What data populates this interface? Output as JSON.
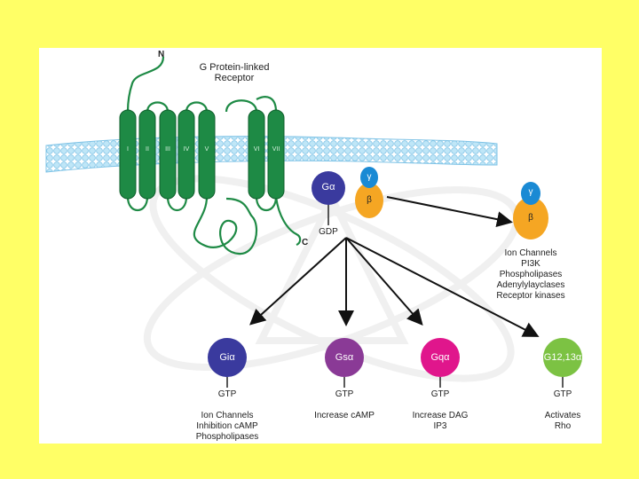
{
  "receptor": {
    "title_line1": "G Protein-linked",
    "title_line2": "Receptor",
    "n_terminus": "N",
    "c_terminus": "C",
    "helices": [
      "I",
      "II",
      "III",
      "IV",
      "V",
      "VI",
      "VII"
    ]
  },
  "heterotrimer": {
    "alpha": "Gα",
    "beta": "β",
    "gamma": "γ",
    "bound": "GDP"
  },
  "beta_gamma_effectors": {
    "beta": "β",
    "gamma": "γ",
    "targets": [
      "Ion Channels",
      "PI3K",
      "Phospholipases",
      "Adenylylayclases",
      "Receptor kinases"
    ]
  },
  "subunits": [
    {
      "name": "Giα",
      "color": "#3a3a9e",
      "bound": "GTP",
      "effects": [
        "Ion Channels",
        "Inhibition cAMP",
        "Phospholipases"
      ]
    },
    {
      "name": "Gsα",
      "color": "#8a3a96",
      "bound": "GTP",
      "effects": [
        "Increase cAMP"
      ]
    },
    {
      "name": "Gqα",
      "color": "#e0168c",
      "bound": "GTP",
      "effects": [
        "Increase DAG",
        "IP3"
      ]
    },
    {
      "name": "G12,13α",
      "color": "#7cc243",
      "bound": "GTP",
      "effects": [
        "Activates",
        "Rho"
      ]
    }
  ],
  "colors": {
    "background": "#ffff66",
    "membrane": "#a8d8f0",
    "helix": "#1e8a45",
    "g_alpha": "#3a3a9e",
    "beta": "#f5a623",
    "gamma": "#1a8ad4"
  }
}
